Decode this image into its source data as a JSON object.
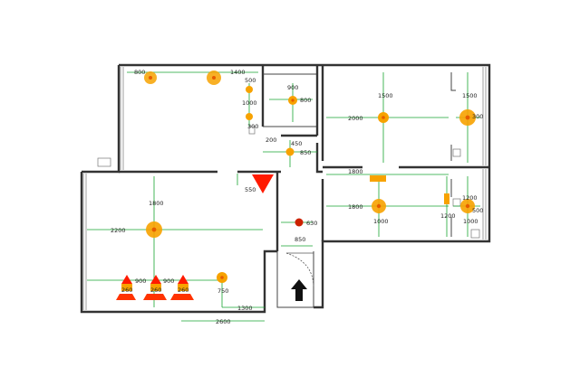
{
  "dimension_labels": {
    "d800_top": "800",
    "d1400": "1400",
    "d900_utility": "900",
    "d800_utility": "800",
    "d500": "500",
    "d1000_kitchen": "1000",
    "d300": "300",
    "d200": "200",
    "d450": "450",
    "d850_corridor": "850",
    "d1500_bed1": "1500",
    "d2000_bed1": "2000",
    "d1500_bed1_right": "1500",
    "d300_bed1": "300",
    "d550": "550",
    "d1800_bed2_top": "1800",
    "d1800_bed2_left": "1800",
    "d1000_bed2": "1000",
    "d1200_bed2": "1200",
    "d1200_bed2_small": "1200",
    "d500_bed2": "500",
    "d1000_bed2_right": "1000",
    "d1800_living": "1800",
    "d2200": "2200",
    "d630": "630",
    "d850_entry": "850",
    "d260_a": "260",
    "d900_a": "900",
    "d260_b": "260",
    "d900_b": "900",
    "d260_c": "260",
    "d750": "750",
    "d1300": "1300",
    "d2600": "2600"
  },
  "colors": {
    "wall": "#333333",
    "dimension": "#19a531",
    "light": "#f7a200",
    "light_core": "#e65c00",
    "red_marker": "#ff1a00",
    "entry_arrow": "#111111"
  },
  "icons": {
    "entry": "entry-arrow-icon",
    "ceiling_light": "ceiling-light-icon",
    "spot": "spotlight-icon"
  }
}
